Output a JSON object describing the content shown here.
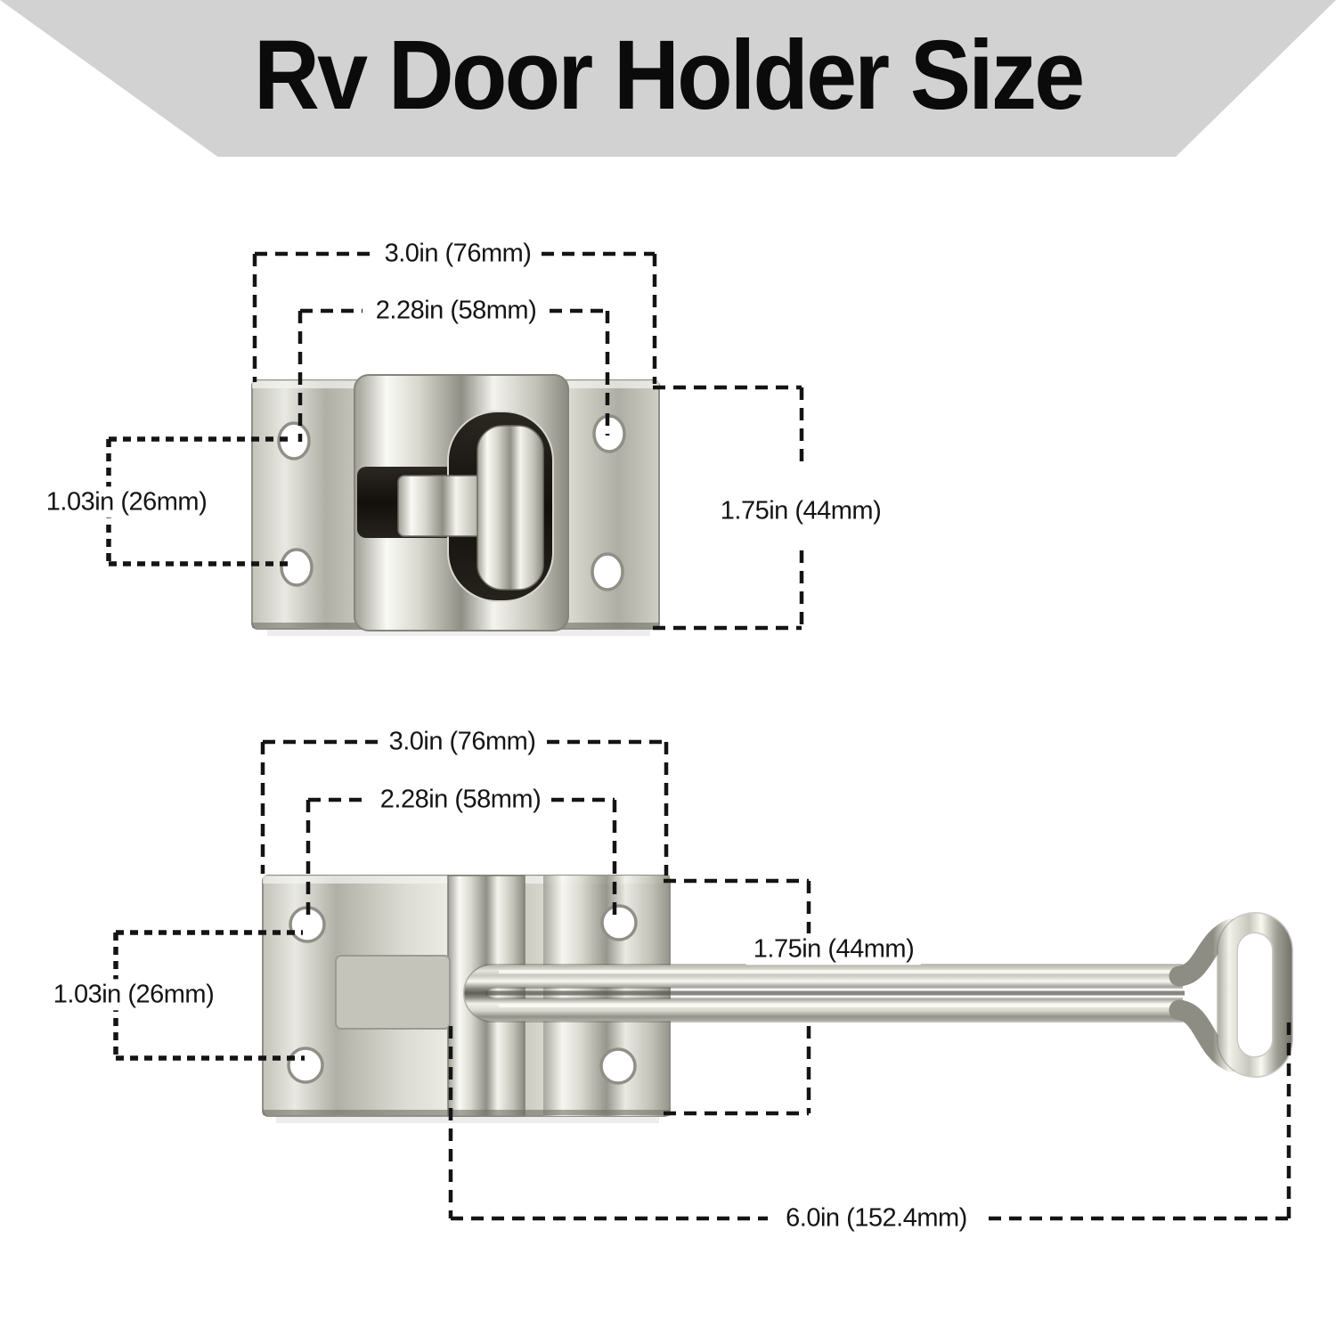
{
  "title": "Rv Door Holder Size",
  "colors": {
    "banner_bg": "#d2d2d2",
    "title_text": "#0b0b0b",
    "dim_line": "#141414",
    "page_bg": "#ffffff"
  },
  "top_diagram": {
    "dims": {
      "width": "3.0in (76mm)",
      "hole_spacing_width": "2.28in (58mm)",
      "hole_spacing_height": "1.03in (26mm)",
      "height": "1.75in (44mm)"
    }
  },
  "bottom_diagram": {
    "dims": {
      "width": "3.0in (76mm)",
      "hole_spacing_width": "2.28in (58mm)",
      "hole_spacing_height": "1.03in (26mm)",
      "height": "1.75in (44mm)",
      "arm_length": "6.0in (152.4mm)"
    }
  }
}
